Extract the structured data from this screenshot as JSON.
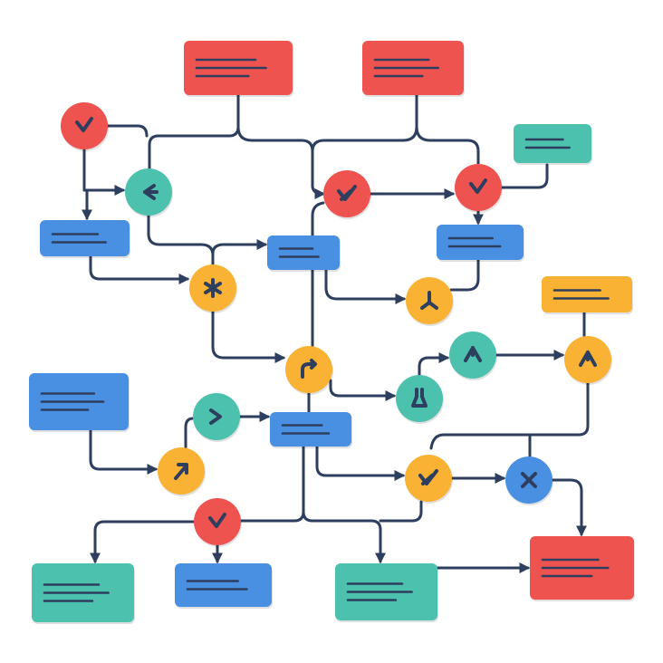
{
  "colors": {
    "red": "#ef5350",
    "blue": "#4a90e2",
    "teal": "#4cc2ae",
    "orange": "#f9b233",
    "line": "#2d3e5e"
  },
  "nodes": [
    {
      "id": "B1",
      "shape": "box",
      "color": "red",
      "lines": 3
    },
    {
      "id": "B2",
      "shape": "box",
      "color": "red",
      "lines": 3
    },
    {
      "id": "B3",
      "shape": "box",
      "color": "teal",
      "lines": 2
    },
    {
      "id": "B4",
      "shape": "box",
      "color": "blue",
      "lines": 2
    },
    {
      "id": "B5",
      "shape": "box",
      "color": "blue",
      "lines": 2
    },
    {
      "id": "B6",
      "shape": "box",
      "color": "blue",
      "lines": 2
    },
    {
      "id": "B7",
      "shape": "box",
      "color": "orange",
      "lines": 2
    },
    {
      "id": "B8",
      "shape": "box",
      "color": "blue",
      "lines": 3
    },
    {
      "id": "B9",
      "shape": "box",
      "color": "blue",
      "lines": 2
    },
    {
      "id": "B10",
      "shape": "box",
      "color": "teal",
      "lines": 3
    },
    {
      "id": "B11",
      "shape": "box",
      "color": "blue",
      "lines": 2
    },
    {
      "id": "B12",
      "shape": "box",
      "color": "teal",
      "lines": 3
    },
    {
      "id": "B13",
      "shape": "box",
      "color": "red",
      "lines": 3
    },
    {
      "id": "C1",
      "shape": "circle",
      "color": "red",
      "icon": "check-icon"
    },
    {
      "id": "C2",
      "shape": "circle",
      "color": "teal",
      "icon": "arrow-left-icon"
    },
    {
      "id": "C3",
      "shape": "circle",
      "color": "orange",
      "icon": "asterisk-icon"
    },
    {
      "id": "C4",
      "shape": "circle",
      "color": "red",
      "icon": "cross-check-icon"
    },
    {
      "id": "C5",
      "shape": "circle",
      "color": "red",
      "icon": "check-icon"
    },
    {
      "id": "C6",
      "shape": "circle",
      "color": "orange",
      "icon": "branch-icon"
    },
    {
      "id": "C7",
      "shape": "circle",
      "color": "orange",
      "icon": "turn-arrow-icon"
    },
    {
      "id": "C8",
      "shape": "circle",
      "color": "teal",
      "icon": "flask-icon"
    },
    {
      "id": "C9",
      "shape": "circle",
      "color": "teal",
      "icon": "merge-icon"
    },
    {
      "id": "C10",
      "shape": "circle",
      "color": "orange",
      "icon": "merge-icon"
    },
    {
      "id": "C11",
      "shape": "circle",
      "color": "teal",
      "icon": "arrow-right-icon"
    },
    {
      "id": "C12",
      "shape": "circle",
      "color": "orange",
      "icon": "arrow-up-right-icon"
    },
    {
      "id": "C13",
      "shape": "circle",
      "color": "orange",
      "icon": "cross-check-icon"
    },
    {
      "id": "C14",
      "shape": "circle",
      "color": "blue",
      "icon": "close-icon"
    },
    {
      "id": "C15",
      "shape": "circle",
      "color": "red",
      "icon": "check-icon"
    }
  ]
}
